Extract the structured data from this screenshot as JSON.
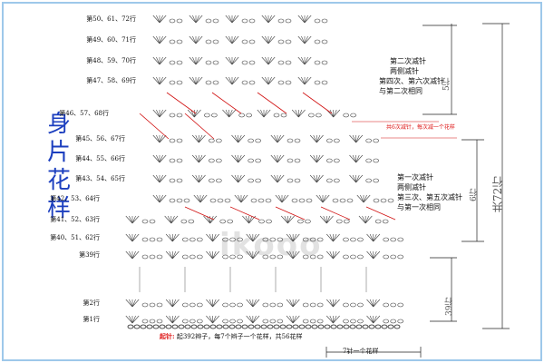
{
  "title": "身片花样",
  "row_labels": [
    "第50、61、72行",
    "第49、60、71行",
    "第48、59、70行",
    "第47、58、69行",
    "第46、57、68行",
    "第45、56、67行",
    "第44、55、66行",
    "第43、54、65行",
    "第42、53、64行",
    "第41、52、63行",
    "第40、51、62行",
    "第39行",
    "第2行",
    "第1行"
  ],
  "notes": {
    "second_decrease": [
      "第二次减针",
      "两侧减针",
      "第四次、第六次减针",
      "与第二次相同"
    ],
    "first_decrease": [
      "第一次减针",
      "两侧减针",
      "第三次、第五次减针",
      "与第一次相同"
    ],
    "red_decrease": "共6次减针，每次减一个花样",
    "start_lead": "起针:",
    "start_text": "起392辫子，每7个辫子一个花样，共56花样",
    "repeat_label": "7针一个花样"
  },
  "dimensions": {
    "rows_top": "5行",
    "rows_mid": "6行",
    "rows_bottom": "39行",
    "rows_total": "共72行"
  },
  "watermark": "ikooo",
  "colors": {
    "title": "#1c3fbf",
    "red": "#d11111",
    "frame": "#9ec8ea",
    "symbol": "#444444"
  }
}
